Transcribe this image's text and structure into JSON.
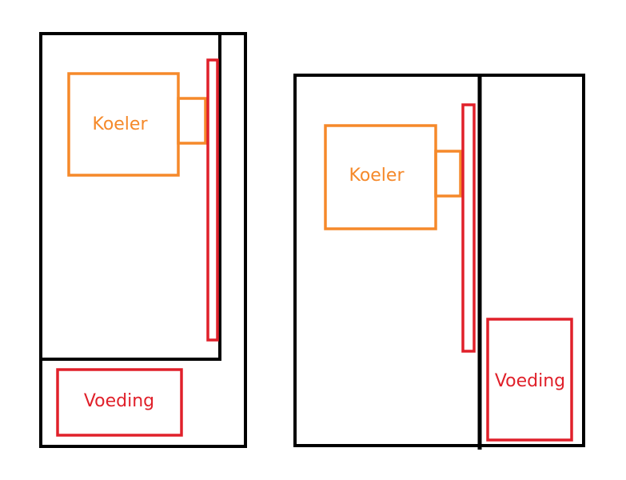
{
  "colors": {
    "case": "#000000",
    "cooler": "#f5892a",
    "psu": "#e0202a"
  },
  "diagrams": [
    {
      "cooler_label": "Koeler",
      "psu_label": "Voeding"
    },
    {
      "cooler_label": "Koeler",
      "psu_label": "Voeding"
    }
  ]
}
